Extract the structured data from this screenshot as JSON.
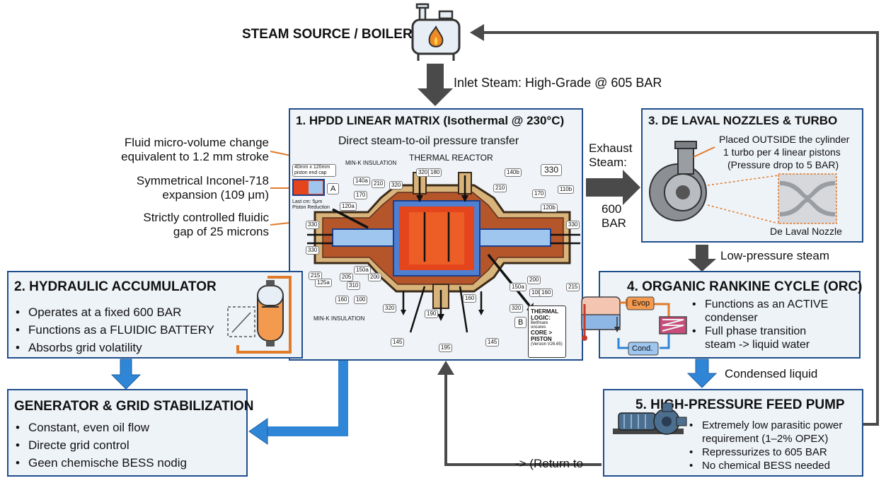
{
  "boiler": {
    "title": "STEAM SOURCE / BOILER",
    "icon": "boiler-flame-icon"
  },
  "inlet_label": "Inlet Steam: High-Grade @ 605 BAR",
  "hpdd": {
    "title": "1. HPDD LINEAR MATRIX (Isothermal @ 230°C)",
    "subtitle": "Direct steam-to-oil pressure transfer",
    "reactor_label": "THERMAL REACTOR",
    "insulation_top": "MIN-K INSULATION",
    "insulation_bottom": "MIN-K INSULATION",
    "endcap_label": "40mm x 120mm piston end cap",
    "last_cm": "Last cm: 5μm Piston Reduction",
    "marker_a": "A",
    "marker_b": "B",
    "logic_title": "THERMAL LOGIC:",
    "logic_sub": "Betfmare oncures",
    "logic_core": "CORE > PISTON",
    "logic_version": "(Version V26.65)",
    "big_tag": "330",
    "tags": [
      "320",
      "180",
      "140a",
      "210",
      "120a",
      "170",
      "320",
      "140b",
      "210",
      "170",
      "110b",
      "120b",
      "330",
      "330",
      "330",
      "215",
      "125a",
      "200",
      "205",
      "150a",
      "310",
      "100",
      "160",
      "190",
      "160",
      "150a",
      "200",
      "100",
      "160",
      "215",
      "320",
      "320",
      "145",
      "195",
      "145"
    ]
  },
  "left_annotations": {
    "a1": "Fluid micro-volume change equivalent to 1.2 mm stroke",
    "a1_line1": "Fluid micro-volume change",
    "a1_line2": "equivalent to 1.2 mm stroke",
    "a2_line1": "Symmetrical Inconel-718",
    "a2_line2": "expansion (109 μm)",
    "a3_line1": "Strictly controlled fluidic",
    "a3_line2": "gap of 25 microns"
  },
  "exhaust": {
    "line1": "Exhaust",
    "line2": "Steam:",
    "line3": "600",
    "line4": "BAR"
  },
  "nozzles": {
    "title": "3. DE LAVAL NOZZLES & TURBO",
    "line1": "Placed OUTSIDE the cylinder",
    "line2": "1 turbo per 4 linear pistons",
    "line3": "(Pressure drop to 5 BAR)",
    "nozzle_label": "De Laval Nozzle"
  },
  "low_pressure_label": "Low-pressure steam",
  "accumulator": {
    "title": "2. HYDRAULIC ACCUMULATOR",
    "items": [
      "Operates at a fixed 600 BAR",
      "Functions as a FLUIDIC BATTERY",
      "Absorbs grid volatility"
    ]
  },
  "orc": {
    "title": "4. ORGANIC RANKINE CYCLE (ORC)",
    "items": [
      "Functions as an ACTIVE",
      "Full phase transition"
    ],
    "item1_cont": "condenser",
    "item2_cont": "steam -> liquid water",
    "evap_label": "Evop",
    "cond_label": "Cond."
  },
  "condensed_label": "Condensed liquid",
  "generator": {
    "title": "GENERATOR & GRID STABILIZATION",
    "items": [
      "Constant, even oil flow",
      "Directe grid control",
      "Geen chemische BESS nodig"
    ]
  },
  "pump": {
    "title": "5. HIGH-PRESSURE FEED PUMP",
    "item1": "Extremely low parasitic power",
    "item1_cont": "requirement (1–2% OPEX)",
    "item2": "Repressurizes to 605 BAR",
    "item3": "No chemical BESS needed"
  },
  "return_label": "-> (Return to",
  "colors": {
    "box_border": "#1f4e8c",
    "box_fill": "#eef3f8",
    "arrow_blue": "#2f86d6",
    "arrow_gray": "#4a4a4a",
    "callout_orange": "#e07b2a"
  }
}
